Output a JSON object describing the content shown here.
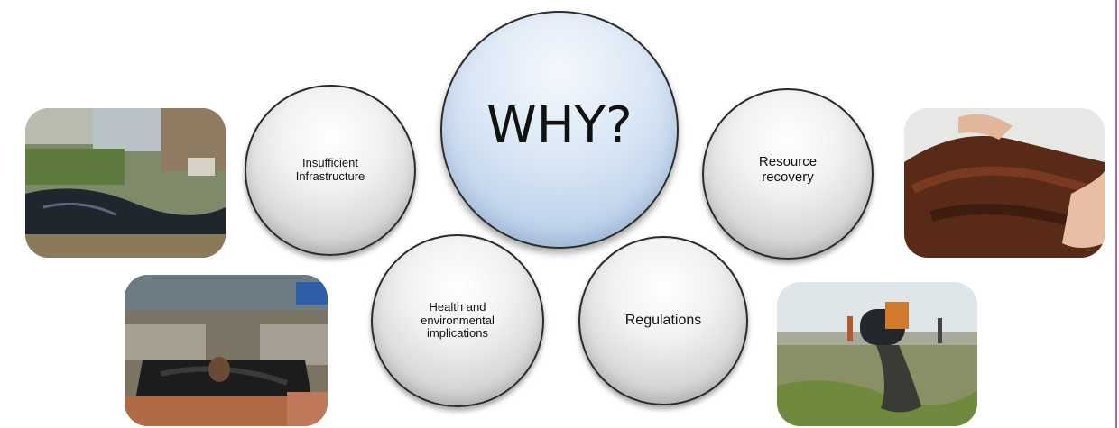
{
  "center": {
    "label": "WHY?"
  },
  "bubbles": [
    {
      "id": "infrastructure",
      "label": "Insufficient\nInfrastructure"
    },
    {
      "id": "health",
      "label": "Health and\nenvironmental\nimplications"
    },
    {
      "id": "regulations",
      "label": "Regulations"
    },
    {
      "id": "resource",
      "label": "Resource\nrecovery"
    }
  ],
  "photos": [
    {
      "id": "open-drain",
      "subject": "open wastewater drain beside a house"
    },
    {
      "id": "manual-scavenging",
      "subject": "worker standing in an open sewer pit"
    },
    {
      "id": "compost",
      "subject": "hands holding compost soil"
    },
    {
      "id": "desludging-truck",
      "subject": "desludging tanker discharging sludge in a field"
    }
  ],
  "colors": {
    "center_fill": "#bfd3ec",
    "bubble_fill": "#e2e2e2",
    "outline": "#2a2a2a",
    "edge_rule": "#9c6fa3"
  }
}
